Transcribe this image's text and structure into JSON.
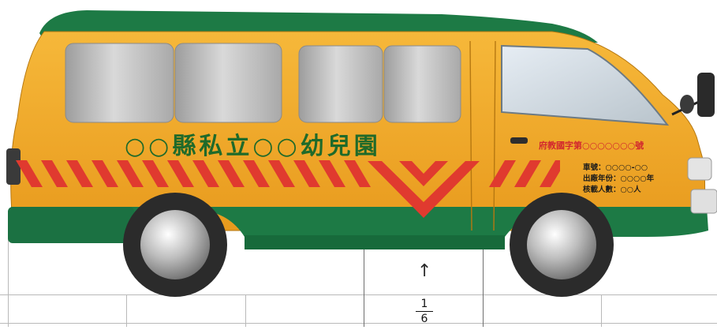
{
  "vehicle": {
    "school_name": "○○縣私立○○幼兒園",
    "permit_text": "府教國字第○○○○○○○號",
    "plate_line": "車號：○○○○-○○",
    "year_line": "出廠年份：○○○○年",
    "capacity_line": "核載人數：○○人"
  },
  "annotation": {
    "arrow": "↑",
    "fraction_numerator": "1",
    "fraction_denominator": "6"
  },
  "colors": {
    "body": "#f2ac2c",
    "body_dark": "#d98f17",
    "trim": "#1d7a45",
    "stripe": "#e03a2f",
    "school_text": "#1f6a2a",
    "permit_text": "#d2282e",
    "glass": "#bfbfbf"
  }
}
